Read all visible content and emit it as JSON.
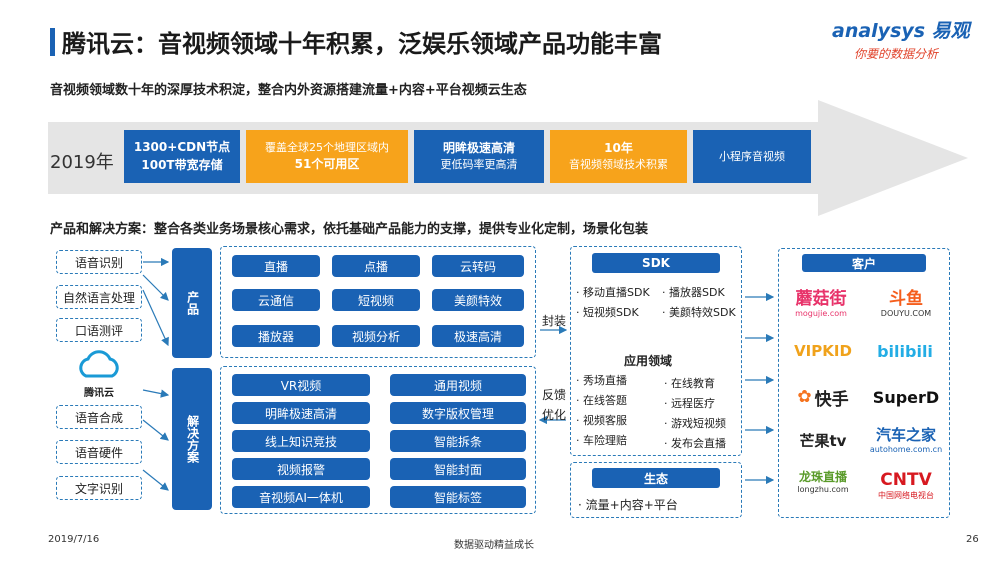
{
  "title": "腾讯云：音视频领域十年积累，泛娱乐领域产品功能丰富",
  "logo": {
    "name": "analysys 易观",
    "slogan": "你要的数据分析"
  },
  "subtitle": "音视频领域数十年的深厚技术积淀，整合内外资源搭建流量+内容+平台视频云生态",
  "timeline": {
    "year": "2019年",
    "boxes": [
      {
        "line1": "1300+CDN节点",
        "line2": "100T带宽存储"
      },
      {
        "line1": "覆盖全球25个地理区域内",
        "line2": "51个可用区"
      },
      {
        "line1": "明眸极速高清",
        "line2": "更低码率更高清"
      },
      {
        "line1": "10年",
        "line2": "音视频领域技术积累"
      },
      {
        "line1": "小程序音视频",
        "line2": ""
      }
    ]
  },
  "section_title": "产品和解决方案：整合各类业务场景核心需求，依托基础产品能力的支撑，提供专业化定制，场景化包装",
  "left_inputs": [
    "语音识别",
    "自然语言处理",
    "口语测评",
    "语音合成",
    "语音硬件",
    "文字识别"
  ],
  "cloud_label": "腾讯云",
  "products_label": "产品",
  "products": [
    "直播",
    "点播",
    "云转码",
    "云通信",
    "短视频",
    "美颜特效",
    "播放器",
    "视频分析",
    "极速高清"
  ],
  "solutions_label": "解决方案",
  "solutions_left": [
    "VR视频",
    "明眸极速高清",
    "线上知识竞技",
    "视频报警",
    "音视频AI一体机"
  ],
  "solutions_right": [
    "通用视频",
    "数字版权管理",
    "智能拆条",
    "智能封面",
    "智能标签"
  ],
  "mid_labels": {
    "package": "封装",
    "feedback": "反馈",
    "optimize": "优化"
  },
  "sdk": {
    "header": "SDK",
    "items": [
      "移动直播SDK",
      "播放器SDK",
      "短视频SDK",
      "美颜特效SDK"
    ],
    "app_header": "应用领域",
    "apps_left": [
      "秀场直播",
      "在线答题",
      "视频客服",
      "车险理赔"
    ],
    "apps_right": [
      "在线教育",
      "远程医疗",
      "游戏短视频",
      "发布会直播"
    ]
  },
  "ecosystem": {
    "header": "生态",
    "item": "流量+内容+平台"
  },
  "clients": {
    "header": "客户",
    "names": [
      "蘑菇街",
      "斗鱼",
      "bilibili",
      "快手",
      "SuperD",
      "芒果tv",
      "汽车之家",
      "龙珠直播",
      "CNTV"
    ],
    "subs": {
      "mogu": "mogujie.com",
      "douyu": "DOUYU.COM",
      "autohome": "autohome.com.cn",
      "longzhu": "longzhu.com",
      "cntv": "中国网络电视台"
    }
  },
  "footer": {
    "date": "2019/7/16",
    "center": "数据驱动精益成长",
    "page": "26"
  },
  "colors": {
    "blue": "#1a62b4",
    "orange": "#f7a31b",
    "band": "#e5e5e5"
  }
}
